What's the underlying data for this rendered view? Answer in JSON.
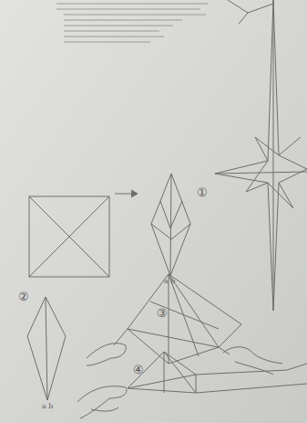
{
  "diagram": {
    "labels": [
      "①",
      "②",
      "③",
      "④",
      "a b",
      "a b"
    ]
  }
}
